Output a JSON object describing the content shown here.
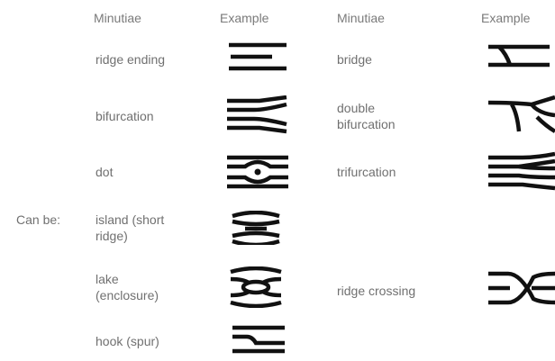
{
  "headers": {
    "left_minutiae": "Minutiae",
    "left_example": "Example",
    "right_minutiae": "Minutiae",
    "right_example": "Example"
  },
  "side_label": "Can be:",
  "left_items": [
    {
      "label": "ridge ending",
      "icon": "ridge-ending-icon"
    },
    {
      "label": "bifurcation",
      "icon": "bifurcation-icon"
    },
    {
      "label": "dot",
      "icon": "dot-icon"
    },
    {
      "label_line1": "island (short",
      "label_line2": "ridge)",
      "icon": "island-icon"
    },
    {
      "label_line1": "lake",
      "label_line2": "(enclosure)",
      "icon": "lake-icon"
    },
    {
      "label": "hook (spur)",
      "icon": "hook-icon"
    }
  ],
  "right_items": [
    {
      "label": "bridge",
      "icon": "bridge-icon"
    },
    {
      "label_line1": "double",
      "label_line2": "bifurcation",
      "icon": "double-bifurcation-icon"
    },
    {
      "label": "trifurcation",
      "icon": "trifurcation-icon"
    },
    {
      "label": "ridge crossing",
      "icon": "ridge-crossing-icon"
    }
  ]
}
